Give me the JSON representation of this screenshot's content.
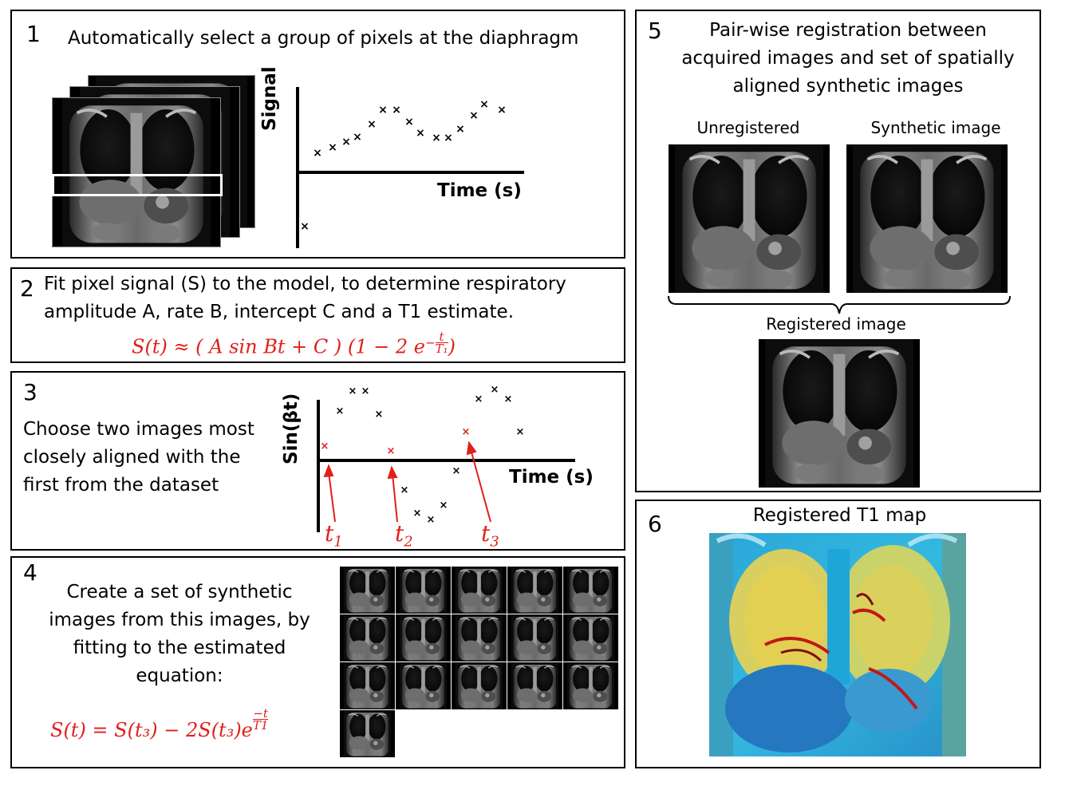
{
  "panels": {
    "p1": {
      "number": "1",
      "text": "Automatically select a group of pixels at the diaphragm",
      "ylabel": "Signal",
      "xlabel": "Time (s)"
    },
    "p2": {
      "number": "2",
      "line1": "Fit pixel signal (S) to the model, to determine respiratory",
      "line2": "amplitude A, rate B, intercept C and a T1 estimate.",
      "equation_lhs": "S(t) ≈ ( A sin Bt + C )  (1 − 2 e",
      "equation_exp": "−",
      "equation_exp_num": "t",
      "equation_exp_den": "T₁",
      "equation_close": ")"
    },
    "p3": {
      "number": "3",
      "line1": "Choose two images most",
      "line2": "closely aligned with the",
      "line3": "first from the dataset",
      "ylabel": "Sin(βt)",
      "xlabel": "Time (s)",
      "t1": "t",
      "t1_sub": "1",
      "t2": "t",
      "t2_sub": "2",
      "t3": "t",
      "t3_sub": "3"
    },
    "p4": {
      "number": "4",
      "line1": "Create a set of synthetic",
      "line2": "images from this images, by",
      "line3": "fitting to the estimated",
      "line4": "equation:",
      "equation": "S(t) = S(t₃) − 2S(t₃)e",
      "exp_num": "−t",
      "exp_den": "T1"
    },
    "p5": {
      "number": "5",
      "line1": "Pair-wise registration between",
      "line2": "acquired images and set of spatially",
      "line3": "aligned synthetic images",
      "label_unregistered": "Unregistered",
      "label_synthetic": "Synthetic image",
      "label_registered": "Registered image"
    },
    "p6": {
      "number": "6",
      "title": "Registered T1 map"
    }
  },
  "colors": {
    "accent_red": "#e0201b",
    "border": "#000000"
  }
}
